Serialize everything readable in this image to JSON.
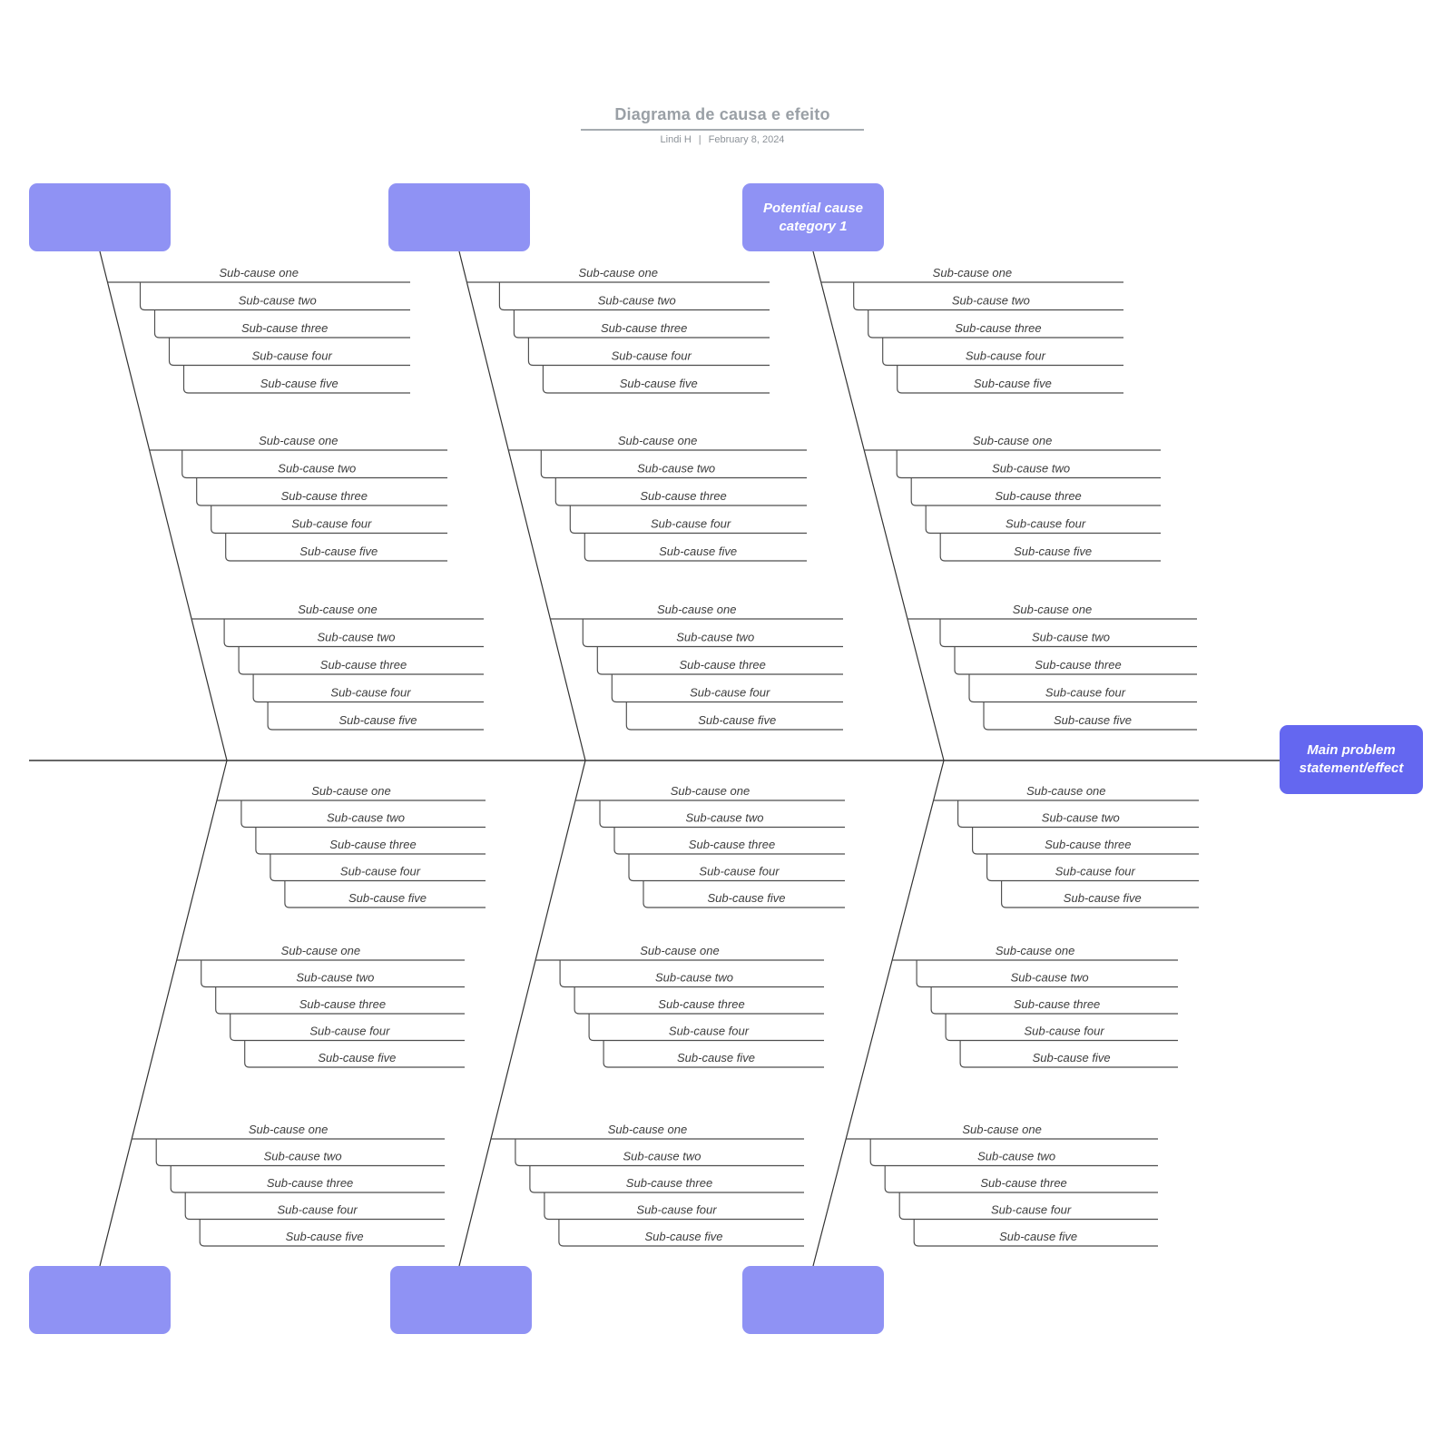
{
  "header": {
    "title": "Diagrama de causa e efeito",
    "author": "Lindi H",
    "separator": "|",
    "date": "February 8, 2024"
  },
  "effect_box": {
    "label": "Main problem statement/effect"
  },
  "bones": [
    {
      "id": "top-1",
      "category_label": "",
      "groups": [
        [
          "Sub-cause one",
          "Sub-cause two",
          "Sub-cause three",
          "Sub-cause four",
          "Sub-cause five"
        ],
        [
          "Sub-cause one",
          "Sub-cause two",
          "Sub-cause three",
          "Sub-cause four",
          "Sub-cause five"
        ],
        [
          "Sub-cause one",
          "Sub-cause two",
          "Sub-cause three",
          "Sub-cause four",
          "Sub-cause five"
        ]
      ]
    },
    {
      "id": "top-2",
      "category_label": "",
      "groups": [
        [
          "Sub-cause one",
          "Sub-cause two",
          "Sub-cause three",
          "Sub-cause four",
          "Sub-cause five"
        ],
        [
          "Sub-cause one",
          "Sub-cause two",
          "Sub-cause three",
          "Sub-cause four",
          "Sub-cause five"
        ],
        [
          "Sub-cause one",
          "Sub-cause two",
          "Sub-cause three",
          "Sub-cause four",
          "Sub-cause five"
        ]
      ]
    },
    {
      "id": "top-3",
      "category_label": "Potential cause category 1",
      "groups": [
        [
          "Sub-cause one",
          "Sub-cause two",
          "Sub-cause three",
          "Sub-cause four",
          "Sub-cause five"
        ],
        [
          "Sub-cause one",
          "Sub-cause two",
          "Sub-cause three",
          "Sub-cause four",
          "Sub-cause five"
        ],
        [
          "Sub-cause one",
          "Sub-cause two",
          "Sub-cause three",
          "Sub-cause four",
          "Sub-cause five"
        ]
      ]
    },
    {
      "id": "bottom-1",
      "category_label": "",
      "groups": [
        [
          "Sub-cause one",
          "Sub-cause two",
          "Sub-cause three",
          "Sub-cause four",
          "Sub-cause five"
        ],
        [
          "Sub-cause one",
          "Sub-cause two",
          "Sub-cause three",
          "Sub-cause four",
          "Sub-cause five"
        ],
        [
          "Sub-cause one",
          "Sub-cause two",
          "Sub-cause three",
          "Sub-cause four",
          "Sub-cause five"
        ]
      ]
    },
    {
      "id": "bottom-2",
      "category_label": "",
      "groups": [
        [
          "Sub-cause one",
          "Sub-cause two",
          "Sub-cause three",
          "Sub-cause four",
          "Sub-cause five"
        ],
        [
          "Sub-cause one",
          "Sub-cause two",
          "Sub-cause three",
          "Sub-cause four",
          "Sub-cause five"
        ],
        [
          "Sub-cause one",
          "Sub-cause two",
          "Sub-cause three",
          "Sub-cause four",
          "Sub-cause five"
        ]
      ]
    },
    {
      "id": "bottom-3",
      "category_label": "",
      "groups": [
        [
          "Sub-cause one",
          "Sub-cause two",
          "Sub-cause three",
          "Sub-cause four",
          "Sub-cause five"
        ],
        [
          "Sub-cause one",
          "Sub-cause two",
          "Sub-cause three",
          "Sub-cause four",
          "Sub-cause five"
        ],
        [
          "Sub-cause one",
          "Sub-cause two",
          "Sub-cause three",
          "Sub-cause four",
          "Sub-cause five"
        ]
      ]
    }
  ],
  "colors": {
    "category_box": "#8f92f4",
    "effect_box": "#6467f0",
    "spine": "#333333",
    "subcause_line": "#4e4e4e",
    "title_text": "#9aa0a6",
    "subtitle_text": "#8d9399",
    "subcause_text": "#3c3c3c",
    "box_text": "#ffffff"
  }
}
